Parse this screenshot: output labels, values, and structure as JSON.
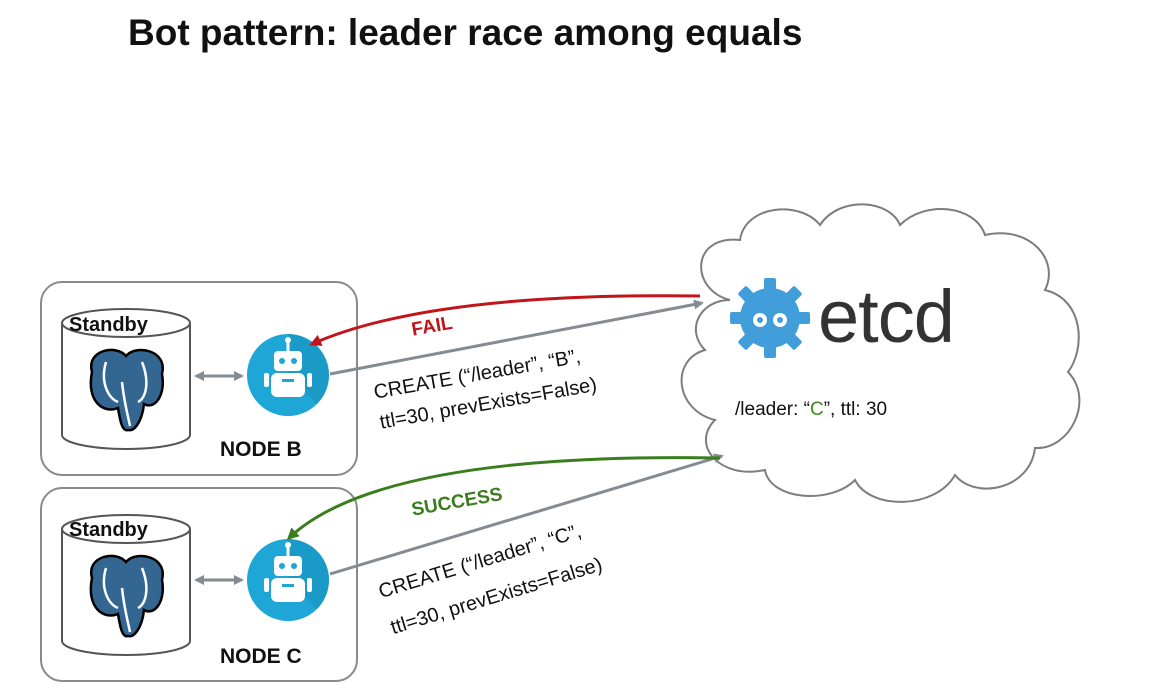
{
  "title": "Bot pattern: leader race among equals",
  "nodes": [
    {
      "name": "NODE B",
      "db_label": "Standby"
    },
    {
      "name": "NODE C",
      "db_label": "Standby"
    }
  ],
  "etcd": {
    "logo_text": "etcd",
    "leader_prefix": "/leader: “",
    "leader_value": "C",
    "leader_suffix": "”, ttl: 30"
  },
  "messages": {
    "b_line1": "CREATE (“/leader”, “B”,",
    "b_line2": "ttl=30, prevExists=False)",
    "c_line1": "CREATE (“/leader”, “C”,",
    "c_line2": "ttl=30, prevExists=False)"
  },
  "responses": {
    "fail": "FAIL",
    "success": "SUCCESS"
  },
  "colors": {
    "fail": "#c0151b",
    "success": "#3a7d1e",
    "arrow_gray": "#858b92",
    "etcd_blue": "#419eda",
    "bot_blue": "#1ea6d6",
    "pg_blue": "#336791"
  }
}
